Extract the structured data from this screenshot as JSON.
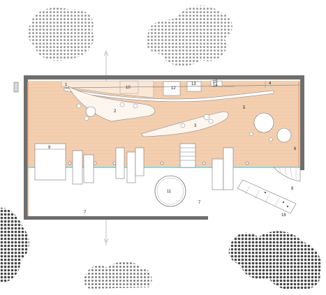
{
  "plan": {
    "room_labels": [
      "1",
      "2",
      "3",
      "4",
      "5",
      "6",
      "7",
      "7",
      "8",
      "9",
      "10",
      "11",
      "12",
      "13",
      "14",
      "15",
      "16"
    ],
    "colors": {
      "floor": "#f3cfb0",
      "floor_grain": "#e2b592",
      "wall": "#6e6e6e",
      "accent_line": "#6fd0dc",
      "tree_dots": "#9a9a9a",
      "tree_dots_dark": "#4a4a4a"
    }
  }
}
